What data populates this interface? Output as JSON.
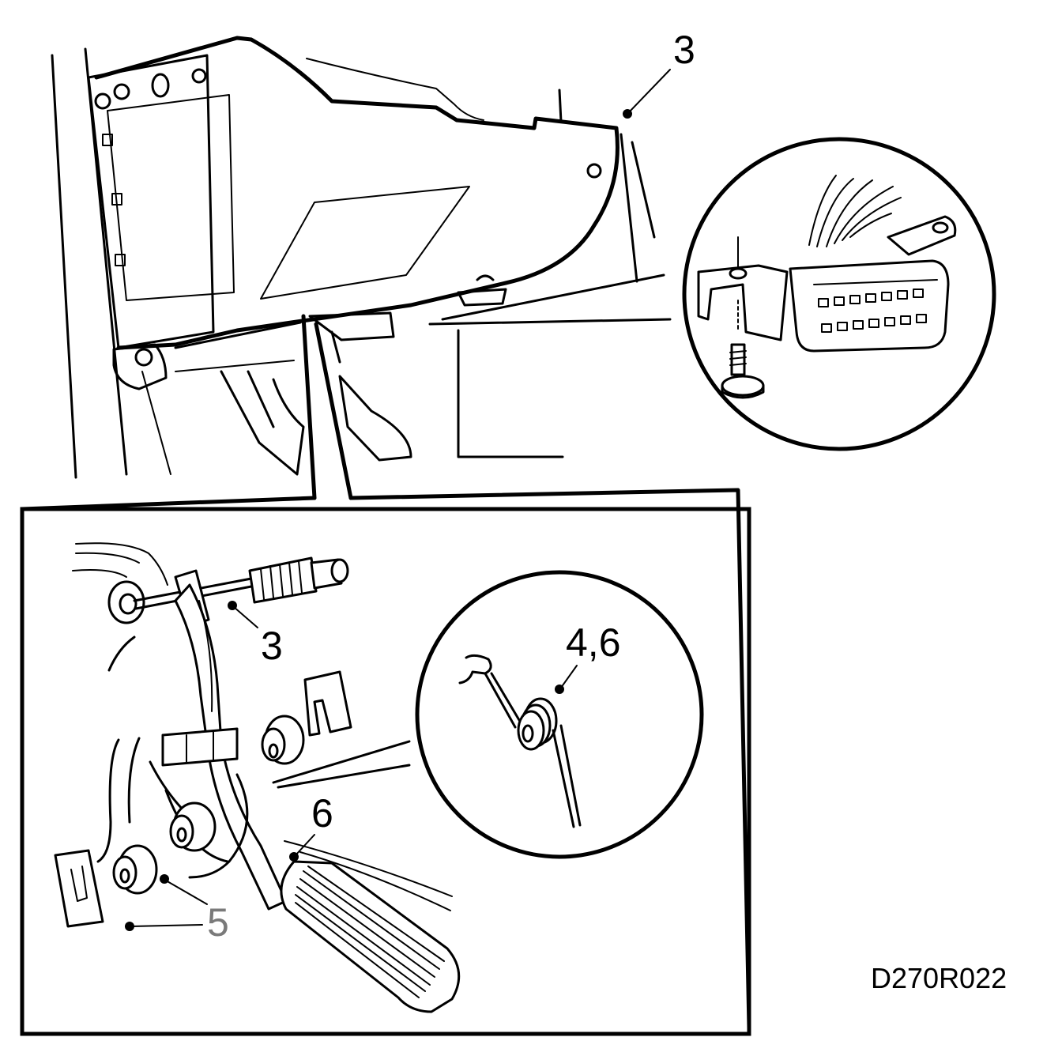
{
  "labels": {
    "top_part": "3",
    "detail_part": "3",
    "spring": "4,6",
    "pedal_spring": "6",
    "bushings": "5"
  },
  "figure_id": "D270R022",
  "colors": {
    "ink": "#000000",
    "paper": "#ffffff",
    "faded_label": "#7a7a7a"
  }
}
